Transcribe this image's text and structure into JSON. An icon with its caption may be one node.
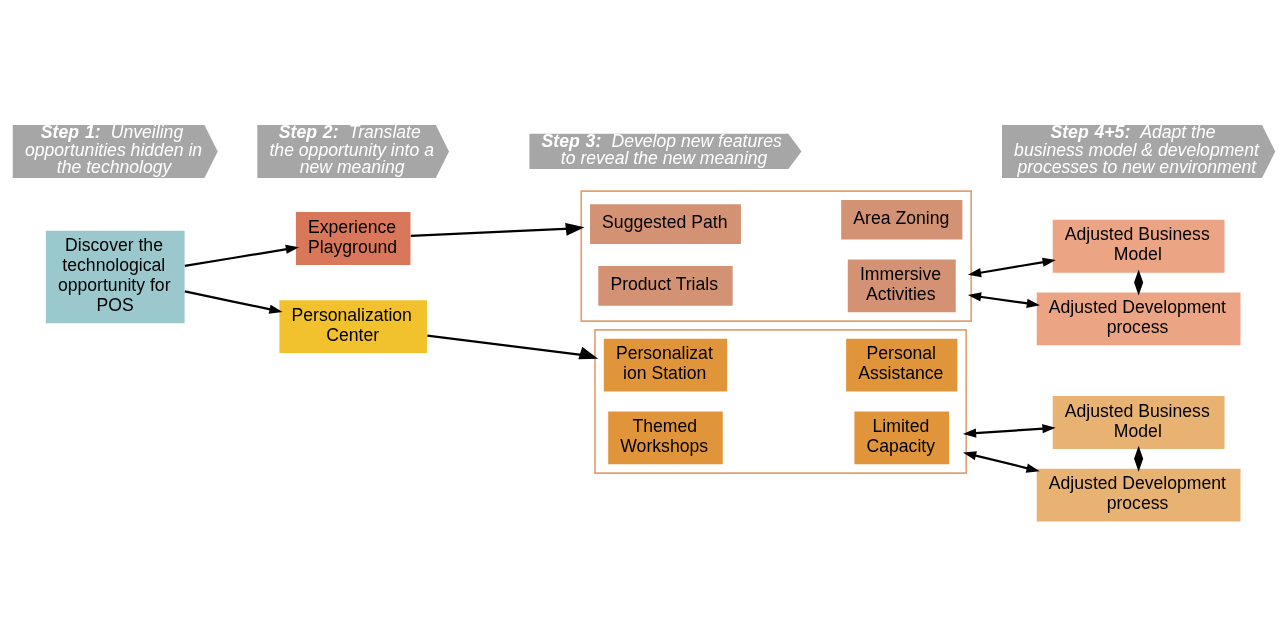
{
  "diagram": {
    "nodes": [
      {
        "text": [
          "Discover the technological opportunity for POS"
        ]
      },
      {
        "text": [
          "Experience Playground"
        ]
      },
      {
        "text": [],
        "shape": "box"
      },
      {
        "text": [
          "Suggested Path"
        ],
        "in": 2
      },
      {
        "text": [
          "Area Zoning"
        ],
        "in": 2
      },
      {
        "text": [
          "Product Trials"
        ],
        "in": 2
      },
      {
        "text": [
          "Immersive Activities"
        ],
        "in": 2
      },
      {
        "text": [
          "Adjusted Business Model"
        ]
      },
      {
        "text": [
          "Adjusted Development process"
        ]
      },
      {
        "text": [
          "Personalization Center"
        ]
      },
      {
        "text": [],
        "shape": "box"
      },
      {
        "text": [
          "Personalizat ion Station"
        ],
        "in": 10
      },
      {
        "text": [
          "Personal Assistance"
        ],
        "in": 10
      },
      {
        "text": [
          "Themed Workshops"
        ],
        "in": 10
      },
      {
        "text": [
          "Limited Capacity"
        ],
        "in": 10
      },
      {
        "text": [
          "Adjusted Business Model"
        ]
      },
      {
        "text": [
          "Adjusted Development process"
        ]
      },
      {
        "text": [
          "**Step 1:** Unveiling opportunities hidden in the technology"
        ]
      },
      {
        "text": [
          "**Step 2:** Translate the opportunity into a new meaning"
        ]
      },
      {
        "text": [
          "**Step 3:** Develop new features to reveal the new meaning"
        ]
      },
      {
        "text": [
          "**Step 4+5:** Adapt the  business model & development processes to new environment"
        ]
      }
    ],
    "edges": [
      {
        "from": 0,
        "to": 1,
        "arrow": "to"
      },
      {
        "from": 0,
        "to": 9,
        "arrow": "to"
      },
      {
        "from": 1,
        "to": 2,
        "arrow": "to"
      },
      {
        "from": 2,
        "to": 7,
        "arrow": "both"
      },
      {
        "from": 2,
        "to": 8,
        "arrow": "both"
      },
      {
        "from": 7,
        "to": 8,
        "arrow": "both"
      },
      {
        "from": 9,
        "to": 10,
        "arrow": "to"
      },
      {
        "from": 10,
        "to": 15,
        "arrow": "both"
      },
      {
        "from": 10,
        "to": 16,
        "arrow": "both"
      },
      {
        "from": 15,
        "to": 16,
        "arrow": "both"
      }
    ]
  }
}
